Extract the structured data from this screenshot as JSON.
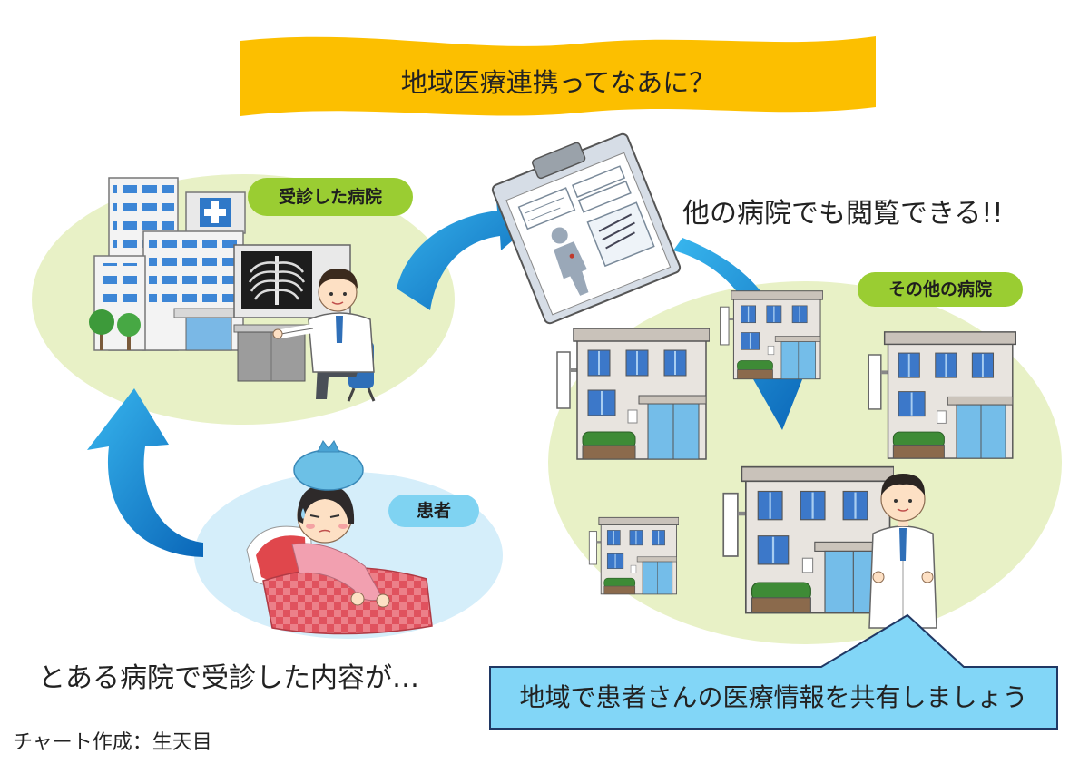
{
  "title": "地域医療連携ってなあに？",
  "hospital": {
    "label": "受診した病院"
  },
  "other_hospitals": {
    "label": "その他の病院"
  },
  "patient": {
    "label": "患者"
  },
  "caption_view": "他の病院でも閲覧できる!!",
  "caption_visit": "とある病院で受診した内容が…",
  "callout": "地域で患者さんの医療情報を共有しましょう",
  "credit": "チャート作成：生天目",
  "colors": {
    "banner": "#fcbf00",
    "ellipse_green": "#e8f1c6",
    "ellipse_blue": "#d5eefa",
    "label_green": "#9acd32",
    "label_blue": "#7fd3f2",
    "arrow": "#1a8fd8",
    "callout_fill": "#82d6f7",
    "callout_border": "#203864"
  },
  "icons": [
    "hospital-building-icon",
    "xray-viewer-icon",
    "doctor-icon",
    "medical-chart-clipboard-icon",
    "clinic-building-icon",
    "sick-patient-in-bed-icon",
    "curved-arrow-icon"
  ]
}
